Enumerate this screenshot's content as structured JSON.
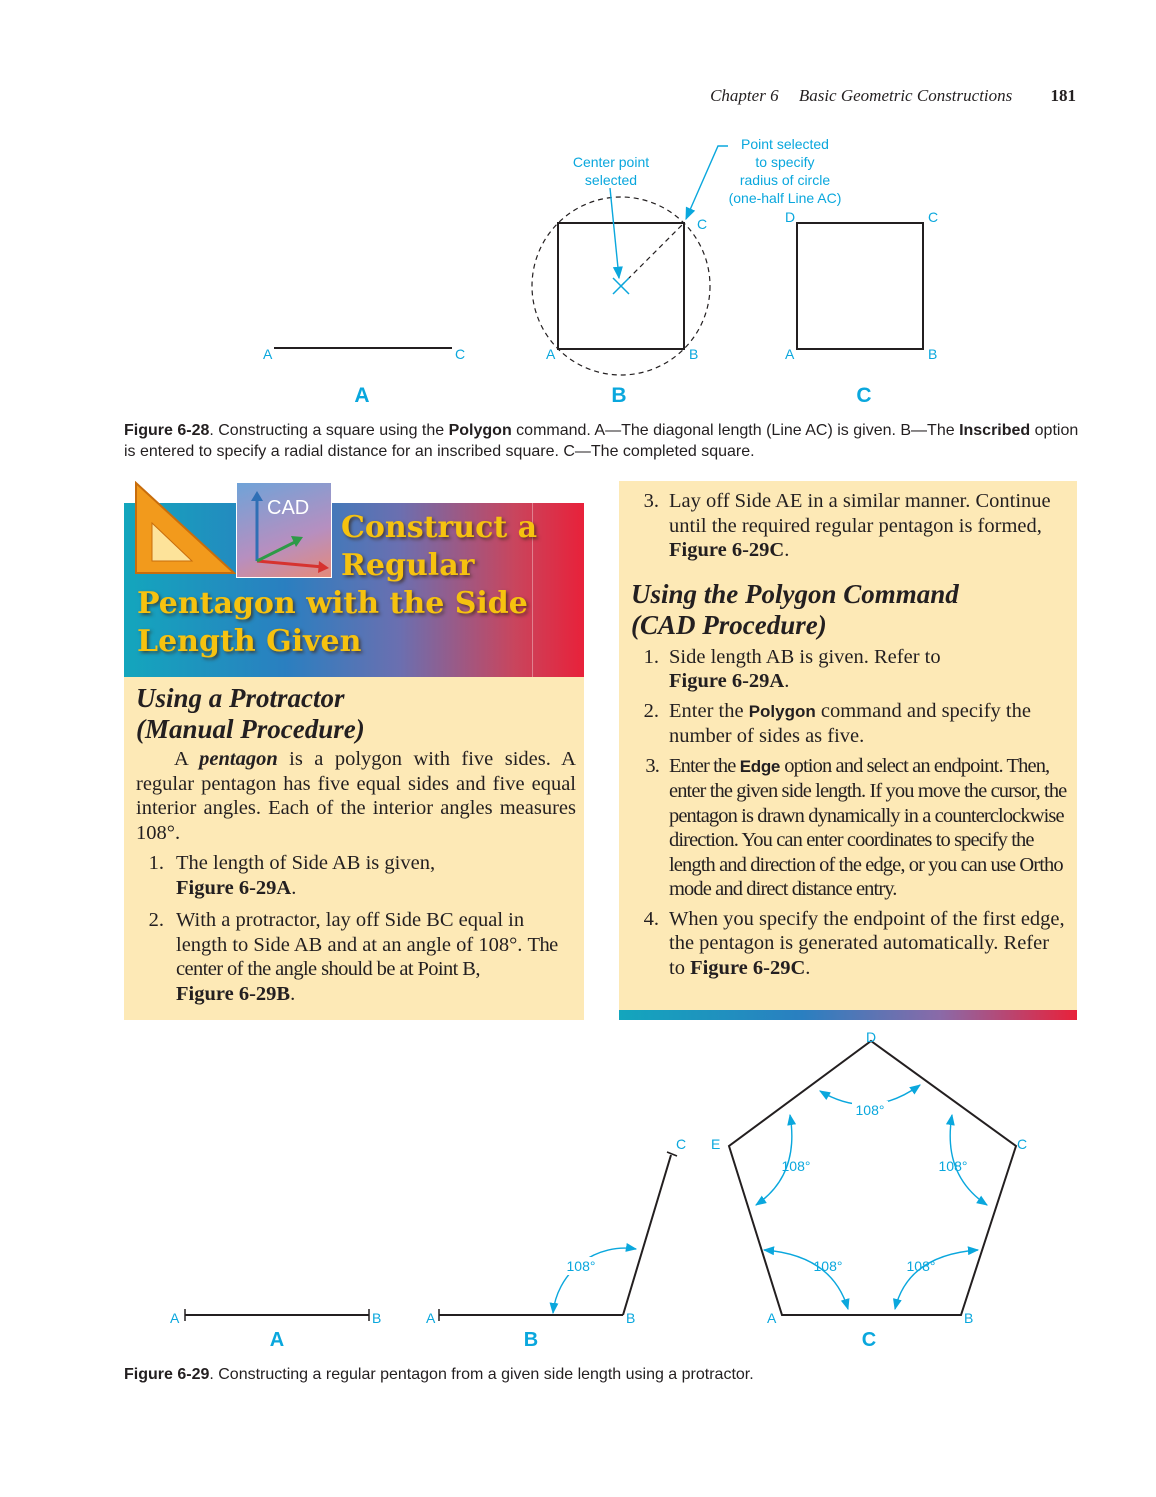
{
  "header": {
    "chapter": "Chapter 6",
    "section": "Basic Geometric Constructions",
    "page": "181"
  },
  "fig28": {
    "label_center": [
      "Center point",
      "selected"
    ],
    "label_point": [
      "Point selected",
      "to specify",
      "radius of circle",
      "(one-half Line AC)"
    ],
    "points": {
      "a": "A",
      "b": "B",
      "c": "C",
      "d": "D"
    },
    "parts": [
      "A",
      "B",
      "C"
    ],
    "caption": {
      "num": "Figure 6-28",
      "t1": ". Constructing a square using the ",
      "b1": "Polygon",
      "t2": " command. A—The diagonal length (Line AC) is given. B—The ",
      "b2": "Inscribed",
      "t3": " option is entered to specify a radial distance for an inscribed square. C—The completed square."
    }
  },
  "banner": {
    "cad_badge": "CAD",
    "title_line1": "Construct a",
    "title_line2": "Regular",
    "title_line3": "Pentagon with the Side",
    "title_line4": "Length Given"
  },
  "manual": {
    "heading_line1": "Using a Protractor",
    "heading_line2": "(Manual Procedure)",
    "intro_pre": "A ",
    "intro_term": "pentagon",
    "intro_post": " is a polygon with five sides. A regular pentagon has five equal sides and five equal interior angles. Each of the interior angles measures 108°.",
    "steps": [
      {
        "n": "1.",
        "text": "The length of Side AB is given,",
        "ref": "Figure 6-29A",
        "end": "."
      },
      {
        "n": "2.",
        "text": "With a protractor, lay off Side BC equal in length to Side AB and at an angle of 108°.",
        "text2": "The center of the angle should be at Point B,",
        "ref": "Figure 6-29B",
        "end": "."
      }
    ]
  },
  "manual_cont": {
    "n": "3.",
    "text": "Lay off Side AE in a similar manner. Continue until the required regular pentagon is formed,",
    "ref": "Figure 6-29C",
    "end": "."
  },
  "cad": {
    "heading_line1": "Using the Polygon Command",
    "heading_line2": "(CAD Procedure)",
    "step1": {
      "n": "1.",
      "text": "Side length AB is given. Refer to",
      "ref": "Figure 6-29A",
      "end": "."
    },
    "step2": {
      "n": "2.",
      "pre": "Enter the ",
      "cmd": "Polygon",
      "post": " command and specify the number of sides as five."
    },
    "step3": {
      "n": "3.",
      "pre": "Enter the ",
      "cmd": "Edge",
      "post": " option and select an endpoint. Then, enter the given side length. If you move the cursor, the pentagon is drawn dynamically in a counterclockwise direction. You can enter coordinates to specify the length and direction of the edge, or you can use Ortho mode and direct distance entry."
    },
    "step4": {
      "n": "4.",
      "text": "When you specify the endpoint of the first edge, the pentagon is generated automatically. Refer to",
      "ref": "Figure 6-29C",
      "end": "."
    }
  },
  "fig29": {
    "points": {
      "a": "A",
      "b": "B",
      "c": "C",
      "d": "D",
      "e": "E"
    },
    "angle": "108°",
    "parts": [
      "A",
      "B",
      "C"
    ],
    "caption": {
      "num": "Figure 6-29",
      "text": ". Constructing a regular pentagon from a given side length using a protractor."
    }
  },
  "colors": {
    "accent_cyan": "#0aa7dd",
    "panel": "#fde9b6",
    "title_gold": "#f6c20f",
    "banner_red": "#e8213a",
    "banner_teal": "#13a6bd"
  }
}
